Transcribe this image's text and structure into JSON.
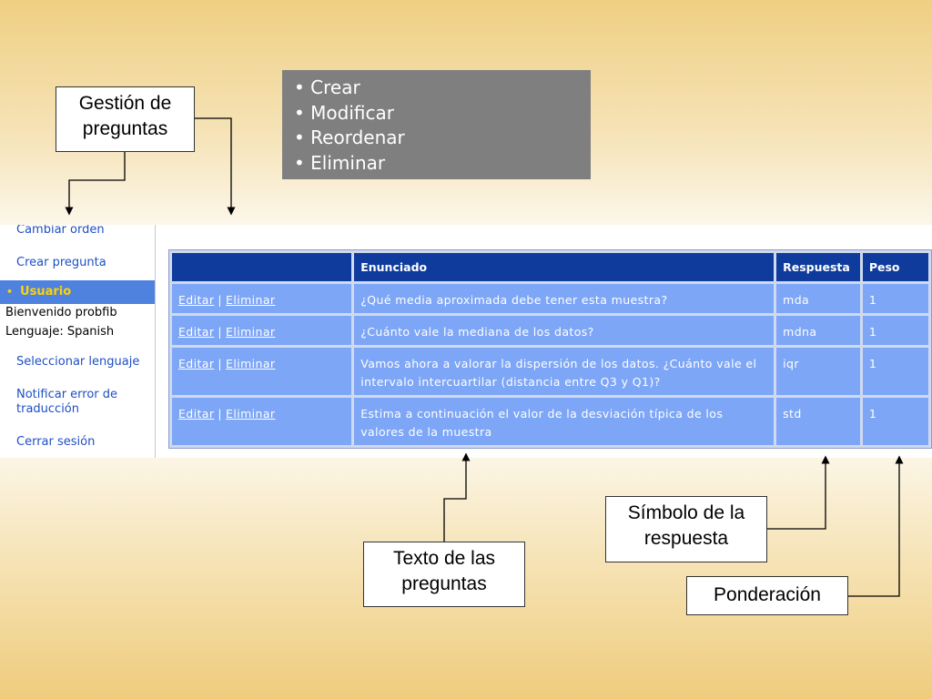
{
  "callouts": {
    "gestion": [
      "Gestión de",
      "preguntas"
    ],
    "texto": [
      "Texto de las",
      "preguntas"
    ],
    "simbolo": [
      "Símbolo de la",
      "respuesta"
    ],
    "ponderacion": "Ponderación"
  },
  "actions_box": {
    "bullet": "•",
    "items": [
      "Crear",
      "Modificar",
      "Reordenar",
      "Eliminar"
    ]
  },
  "sidebar": {
    "cambiar_orden": "Cambiar orden",
    "crear_pregunta": "Crear pregunta",
    "usuario": "Usuario",
    "bienvenido": "Bienvenido probfib",
    "lenguaje": "Lenguaje: Spanish",
    "seleccionar_lenguaje": "Seleccionar lenguaje",
    "notificar_error": [
      "Notificar error de",
      "traducción"
    ],
    "cerrar_sesion": "Cerrar sesión"
  },
  "table": {
    "headers": [
      "",
      "Enunciado",
      "Respuesta",
      "Peso"
    ],
    "edit_label": "Editar",
    "delete_label": "Eliminar",
    "separator": "|",
    "rows": [
      {
        "enunciado": "¿Qué media aproximada debe tener esta muestra?",
        "respuesta": "mda",
        "peso": "1"
      },
      {
        "enunciado": "¿Cuánto vale la mediana de los datos?",
        "respuesta": "mdna",
        "peso": "1"
      },
      {
        "enunciado": "Vamos ahora a valorar la dispersión de los datos. ¿Cuánto vale el intervalo intercuartilar (distancia entre Q3 y Q1)?",
        "respuesta": "iqr",
        "peso": "1"
      },
      {
        "enunciado": "Estima a continuación el valor de la desviación típica de los valores de la muestra",
        "respuesta": "std",
        "peso": "1"
      }
    ]
  },
  "colors": {
    "header_bg": "#0f3c9c",
    "row_bg": "#7da6f7",
    "link": "#1e4fc4",
    "active_bg": "#4f82de",
    "active_text": "#ffd200",
    "actions_box_bg": "#7f7f7f"
  }
}
